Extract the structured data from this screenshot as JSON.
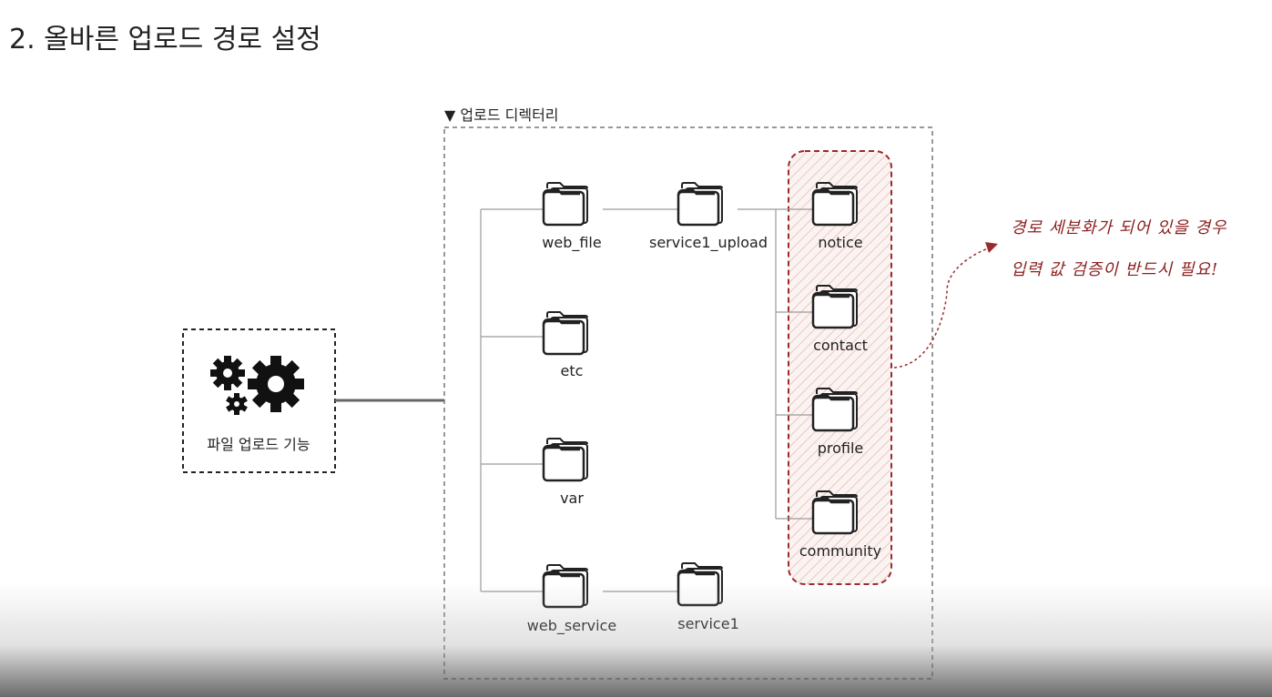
{
  "page": {
    "title": "2. 올바른 업로드 경로 설정"
  },
  "upload_directory": {
    "label": "▼ 업로드 디렉터리"
  },
  "feature": {
    "icon": "gears-icon",
    "label": "파일 업로드 기능"
  },
  "folders": {
    "web_file": "web_file",
    "service1_upload": "service1_upload",
    "etc": "etc",
    "var": "var",
    "web_service": "web_service",
    "service1": "service1",
    "notice": "notice",
    "contact": "contact",
    "profile": "profile",
    "community": "community"
  },
  "annotation": {
    "line1": "경로 세분화가 되어 있을 경우",
    "line2": "입력 값 검증이 반드시 필요!",
    "color": "#8b1e1e"
  }
}
